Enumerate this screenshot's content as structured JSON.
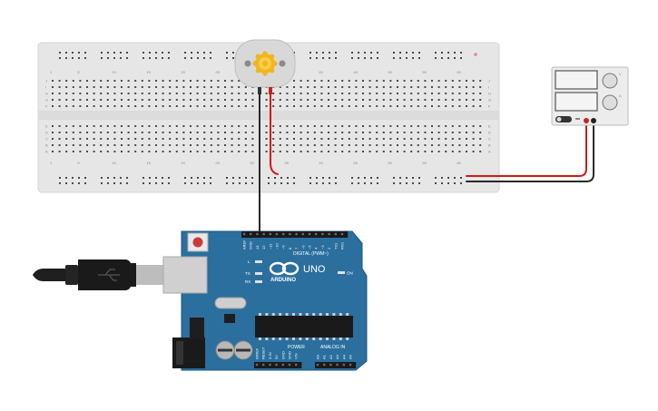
{
  "breadboard": {
    "columns": [
      "1",
      "5",
      "10",
      "15",
      "20",
      "25",
      "30",
      "35",
      "40",
      "45",
      "50",
      "55",
      "60"
    ],
    "rows": [
      "J",
      "I",
      "H",
      "G",
      "F",
      "E",
      "D",
      "C",
      "B",
      "A"
    ]
  },
  "power_supply": {
    "knob_labels": [
      "V",
      "A"
    ]
  },
  "arduino": {
    "logo": "ARDUINO",
    "model": "UNO",
    "digital_label": "DIGITAL (PWM~)",
    "power_label": "POWER",
    "analog_label": "ANALOG IN",
    "led_l": "L",
    "led_tx": "TX",
    "led_rx": "RX",
    "on_label": "ON",
    "header_top": [
      "AREF",
      "GND",
      "13",
      "12",
      "~11",
      "~10",
      "~9",
      "8",
      "7",
      "~6",
      "~5",
      "4",
      "~3",
      "2",
      "TX1",
      "RX0"
    ],
    "header_power": [
      "IOREF",
      "RESET",
      "3.3V",
      "5V",
      "GND",
      "GND",
      "VIN"
    ],
    "header_analog": [
      "A0",
      "A1",
      "A2",
      "A3",
      "A4",
      "A5"
    ]
  },
  "colors": {
    "board_blue": "#2a6f9e",
    "breadboard": "#e9e9e9",
    "wire_red": "#d01a1a",
    "wire_black": "#222222",
    "motor_gear": "#f2b51d"
  }
}
